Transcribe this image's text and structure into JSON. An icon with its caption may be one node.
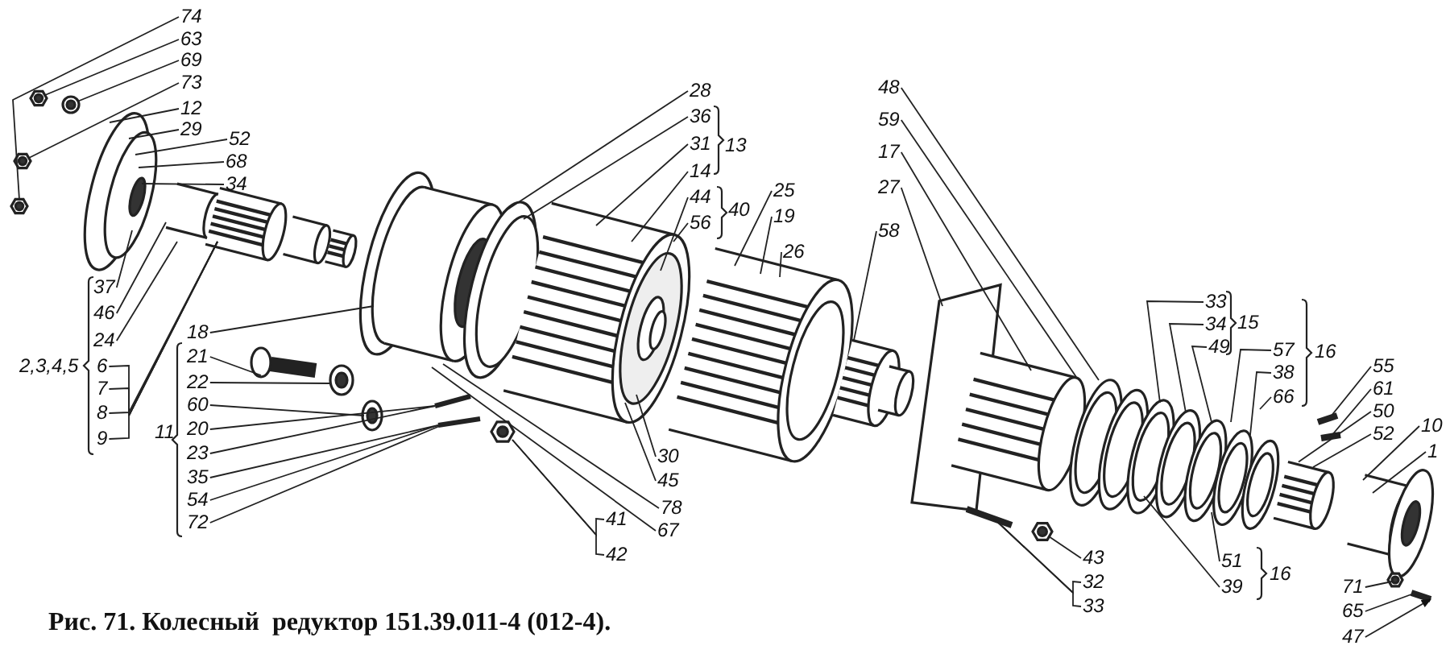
{
  "diagram": {
    "caption": "Рис. 71. Колесный  редуктор 151.39.011-4 (012-4).",
    "nodes": [
      {
        "text": [
          "74"
        ]
      },
      {
        "text": [
          "63"
        ]
      },
      {
        "text": [
          "69"
        ]
      },
      {
        "text": [
          "73"
        ]
      },
      {
        "text": [
          "12"
        ]
      },
      {
        "text": [
          "29"
        ]
      },
      {
        "text": [
          "52"
        ]
      },
      {
        "text": [
          "68"
        ]
      },
      {
        "text": [
          "34"
        ]
      },
      {
        "text": [
          "37"
        ]
      },
      {
        "text": [
          "46"
        ]
      },
      {
        "text": [
          "24"
        ]
      },
      {
        "text": [
          "6"
        ]
      },
      {
        "text": [
          "7"
        ]
      },
      {
        "text": [
          "8"
        ]
      },
      {
        "text": [
          "9"
        ]
      },
      {
        "text": [
          "18"
        ]
      },
      {
        "text": [
          "21"
        ]
      },
      {
        "text": [
          "22"
        ]
      },
      {
        "text": [
          "60"
        ]
      },
      {
        "text": [
          "20"
        ]
      },
      {
        "text": [
          "23"
        ]
      },
      {
        "text": [
          "35"
        ]
      },
      {
        "text": [
          "54"
        ]
      },
      {
        "text": [
          "72"
        ]
      },
      {
        "text": [
          "28"
        ]
      },
      {
        "text": [
          "36"
        ]
      },
      {
        "text": [
          "31"
        ]
      },
      {
        "text": [
          "14"
        ]
      },
      {
        "text": [
          "44"
        ]
      },
      {
        "text": [
          "56"
        ]
      },
      {
        "text": [
          "25"
        ]
      },
      {
        "text": [
          "19"
        ]
      },
      {
        "text": [
          "26"
        ]
      },
      {
        "text": [
          "30"
        ]
      },
      {
        "text": [
          "45"
        ]
      },
      {
        "text": [
          "78"
        ]
      },
      {
        "text": [
          "67"
        ]
      },
      {
        "text": [
          "41"
        ]
      },
      {
        "text": [
          "42"
        ]
      },
      {
        "text": [
          "48"
        ]
      },
      {
        "text": [
          "59"
        ]
      },
      {
        "text": [
          "17"
        ]
      },
      {
        "text": [
          "27"
        ]
      },
      {
        "text": [
          "58"
        ]
      },
      {
        "text": [
          "33"
        ]
      },
      {
        "text": [
          "34"
        ]
      },
      {
        "text": [
          "49"
        ]
      },
      {
        "text": [
          "57"
        ]
      },
      {
        "text": [
          "38"
        ]
      },
      {
        "text": [
          "66"
        ]
      },
      {
        "text": [
          "55"
        ]
      },
      {
        "text": [
          "61"
        ]
      },
      {
        "text": [
          "50"
        ]
      },
      {
        "text": [
          "52"
        ]
      },
      {
        "text": [
          "10"
        ]
      },
      {
        "text": [
          "1"
        ]
      },
      {
        "text": [
          "43"
        ]
      },
      {
        "text": [
          "32"
        ]
      },
      {
        "text": [
          "33"
        ]
      },
      {
        "text": [
          "51"
        ]
      },
      {
        "text": [
          "39"
        ]
      },
      {
        "text": [
          "71"
        ]
      },
      {
        "text": [
          "65"
        ]
      },
      {
        "text": [
          "47"
        ]
      },
      {
        "text": [],
        "shape": "picture"
      },
      {
        "text": [],
        "shape": "picture"
      },
      {
        "text": [],
        "shape": "picture"
      },
      {
        "text": [],
        "shape": "picture"
      },
      {
        "text": [],
        "shape": "picture"
      },
      {
        "text": [],
        "shape": "picture"
      },
      {
        "text": [],
        "shape": "picture"
      },
      {
        "text": [],
        "shape": "picture"
      },
      {
        "text": [],
        "shape": "picture"
      },
      {
        "text": [],
        "shape": "picture"
      },
      {
        "text": [],
        "shape": "picture"
      },
      {
        "text": [],
        "shape": "picture"
      },
      {
        "text": [],
        "shape": "picture"
      },
      {
        "text": [],
        "shape": "picture"
      },
      {
        "text": [],
        "shape": "picture"
      },
      {
        "text": [],
        "shape": "picture"
      },
      {
        "text": [],
        "shape": "picture"
      },
      {
        "text": [],
        "shape": "picture"
      },
      {
        "text": [],
        "shape": "picture"
      },
      {
        "text": [],
        "shape": "picture"
      },
      {
        "text": [],
        "shape": "picture"
      },
      {
        "text": [],
        "shape": "picture"
      },
      {
        "text": [],
        "shape": "picture"
      },
      {
        "text": [],
        "shape": "picture"
      },
      {
        "text": [],
        "shape": "picture"
      },
      {
        "text": [],
        "shape": "picture"
      }
    ],
    "edges": [
      {
        "from": 0,
        "to": 65,
        "arrow": "none"
      },
      {
        "from": 1,
        "to": 66,
        "arrow": "none"
      },
      {
        "from": 2,
        "to": 67,
        "arrow": "none"
      },
      {
        "from": 3,
        "to": 68,
        "arrow": "none"
      },
      {
        "from": 4,
        "to": 69,
        "arrow": "none"
      },
      {
        "from": 5,
        "to": 69,
        "arrow": "none"
      },
      {
        "from": 6,
        "to": 69,
        "arrow": "none"
      },
      {
        "from": 7,
        "to": 69,
        "arrow": "none"
      },
      {
        "from": 8,
        "to": 69,
        "arrow": "none"
      },
      {
        "from": 9,
        "to": 69,
        "arrow": "none"
      },
      {
        "from": 10,
        "to": 70,
        "arrow": "none"
      },
      {
        "from": 11,
        "to": 70,
        "arrow": "none"
      },
      {
        "from": 12,
        "to": 70,
        "arrow": "none"
      },
      {
        "from": 13,
        "to": 70,
        "arrow": "none"
      },
      {
        "from": 14,
        "to": 70,
        "arrow": "none"
      },
      {
        "from": 15,
        "to": 70,
        "arrow": "none"
      },
      {
        "from": 16,
        "to": 76,
        "arrow": "none"
      },
      {
        "from": 17,
        "to": 71,
        "arrow": "none"
      },
      {
        "from": 18,
        "to": 72,
        "arrow": "none"
      },
      {
        "from": 19,
        "to": 73,
        "arrow": "none"
      },
      {
        "from": 20,
        "to": 74,
        "arrow": "none"
      },
      {
        "from": 21,
        "to": 74,
        "arrow": "none"
      },
      {
        "from": 22,
        "to": 75,
        "arrow": "none"
      },
      {
        "from": 23,
        "to": 75,
        "arrow": "none"
      },
      {
        "from": 24,
        "to": 75,
        "arrow": "none"
      },
      {
        "from": 25,
        "to": 77,
        "arrow": "none"
      },
      {
        "from": 26,
        "to": 77,
        "arrow": "none"
      },
      {
        "from": 27,
        "to": 77,
        "arrow": "none"
      },
      {
        "from": 28,
        "to": 77,
        "arrow": "none"
      },
      {
        "from": 29,
        "to": 77,
        "arrow": "none"
      },
      {
        "from": 30,
        "to": 77,
        "arrow": "none"
      },
      {
        "from": 31,
        "to": 78,
        "arrow": "none"
      },
      {
        "from": 32,
        "to": 78,
        "arrow": "none"
      },
      {
        "from": 33,
        "to": 78,
        "arrow": "none"
      },
      {
        "from": 34,
        "to": 77,
        "arrow": "none"
      },
      {
        "from": 35,
        "to": 77,
        "arrow": "none"
      },
      {
        "from": 36,
        "to": 76,
        "arrow": "none"
      },
      {
        "from": 37,
        "to": 76,
        "arrow": "none"
      },
      {
        "from": 38,
        "to": 79,
        "arrow": "none"
      },
      {
        "from": 39,
        "to": 79,
        "arrow": "none"
      },
      {
        "from": 40,
        "to": 84,
        "arrow": "none"
      },
      {
        "from": 41,
        "to": 81,
        "arrow": "none"
      },
      {
        "from": 42,
        "to": 81,
        "arrow": "none"
      },
      {
        "from": 43,
        "to": 81,
        "arrow": "none"
      },
      {
        "from": 44,
        "to": 80,
        "arrow": "none"
      },
      {
        "from": 45,
        "to": 84,
        "arrow": "none"
      },
      {
        "from": 46,
        "to": 84,
        "arrow": "none"
      },
      {
        "from": 47,
        "to": 84,
        "arrow": "none"
      },
      {
        "from": 48,
        "to": 84,
        "arrow": "none"
      },
      {
        "from": 49,
        "to": 84,
        "arrow": "none"
      },
      {
        "from": 50,
        "to": 84,
        "arrow": "none"
      },
      {
        "from": 51,
        "to": 85,
        "arrow": "none"
      },
      {
        "from": 52,
        "to": 86,
        "arrow": "none"
      },
      {
        "from": 53,
        "to": 87,
        "arrow": "none"
      },
      {
        "from": 54,
        "to": 87,
        "arrow": "none"
      },
      {
        "from": 55,
        "to": 88,
        "arrow": "none"
      },
      {
        "from": 56,
        "to": 88,
        "arrow": "none"
      },
      {
        "from": 57,
        "to": 83,
        "arrow": "none"
      },
      {
        "from": 58,
        "to": 82,
        "arrow": "none"
      },
      {
        "from": 59,
        "to": 82,
        "arrow": "none"
      },
      {
        "from": 60,
        "to": 84,
        "arrow": "none"
      },
      {
        "from": 61,
        "to": 84,
        "arrow": "none"
      },
      {
        "from": 62,
        "to": 89,
        "arrow": "none"
      },
      {
        "from": 63,
        "to": 90,
        "arrow": "none"
      },
      {
        "from": 64,
        "to": 90,
        "arrow": "to"
      }
    ],
    "labels": [
      "2,3,4,5",
      "11",
      "13",
      "40",
      "15",
      "16",
      "16"
    ]
  }
}
